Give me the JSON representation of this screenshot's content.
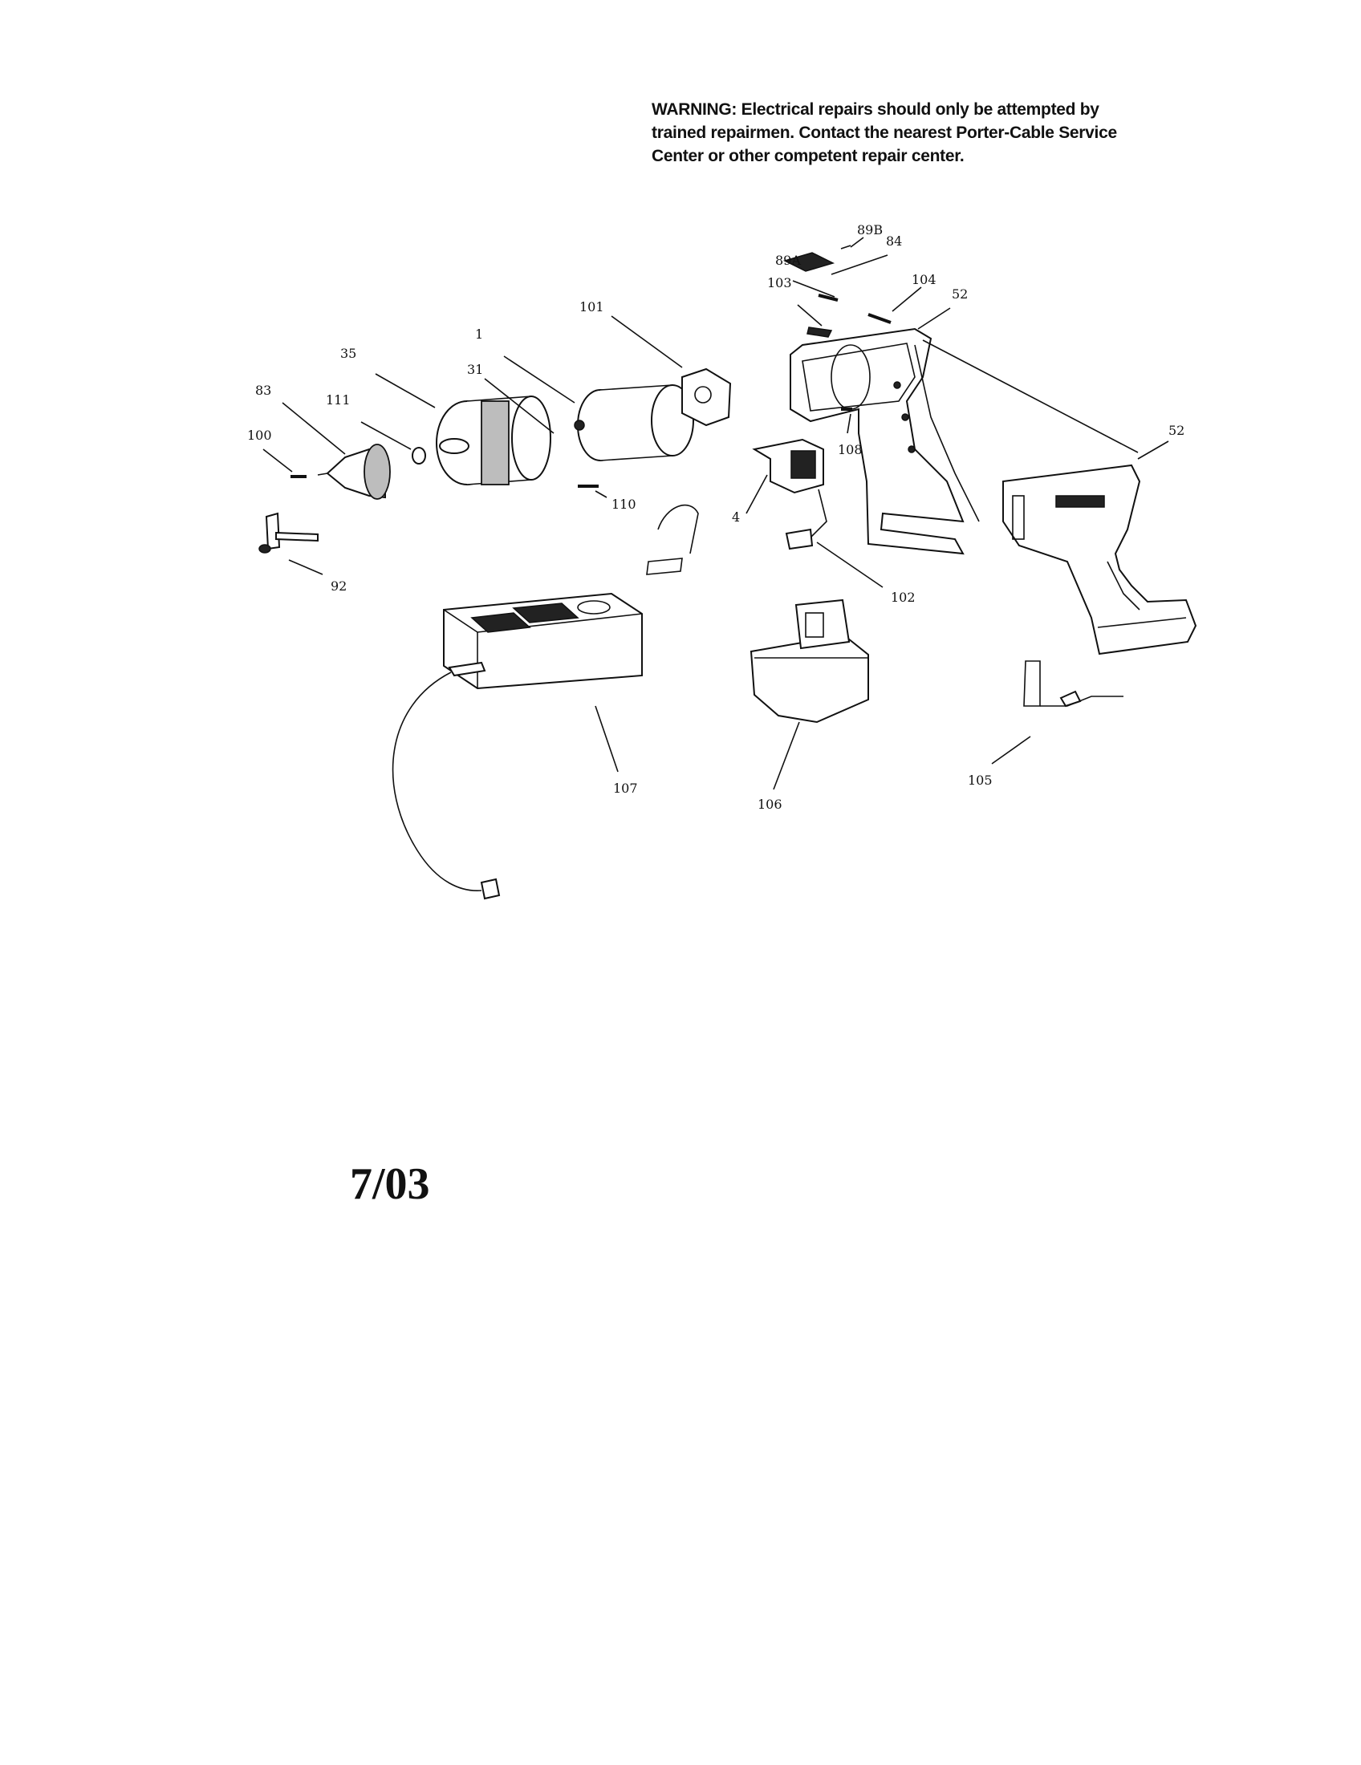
{
  "warning": {
    "lines": [
      "WARNING:  Electrical repairs should only be attempted by",
      "trained repairmen.  Contact the nearest Porter-Cable Service",
      "Center or other competent repair center."
    ]
  },
  "callouts": [
    "89B",
    "84",
    "89A",
    "104",
    "103",
    "52",
    "101",
    "1",
    "35",
    "31",
    "83",
    "111",
    "100",
    "108",
    "52",
    "4",
    "110",
    "102",
    "92",
    "107",
    "106",
    "105"
  ],
  "date": "7/03"
}
